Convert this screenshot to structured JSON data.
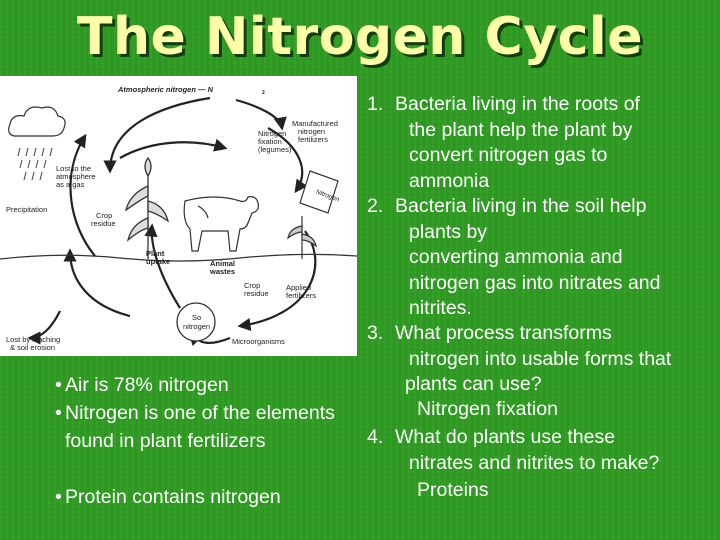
{
  "slide": {
    "title": "The Nitrogen Cycle",
    "diagram": {
      "labels": {
        "atmospheric": "Atmospheric nitrogen — N",
        "atmospheric_sub": "2",
        "manufactured": [
          "Manufactured",
          "nitrogen",
          "fertilizers"
        ],
        "fixation": [
          "Nitrogen",
          "fixation",
          "(legumes)"
        ],
        "lost_atmosphere": [
          "Lost to the",
          "atmosphere",
          "as a gas"
        ],
        "precipitation": "Precipitation",
        "crop_residue_left": [
          "Crop",
          "residue"
        ],
        "bag": "Nitrogen",
        "plant_uptake": [
          "Plant",
          "uptake"
        ],
        "animal_wastes": [
          "Animal",
          "wastes"
        ],
        "crop_residue_right": [
          "Crop",
          "residue"
        ],
        "applied_fertilizers": [
          "Applied",
          "fertilizers"
        ],
        "soil_nitrogen": [
          "So",
          "nitrogen"
        ],
        "lost_leaching": [
          "Lost by leaching",
          "& soil erosion"
        ],
        "microorganisms": "Microorganisms"
      }
    },
    "bullets": [
      "Air is 78% nitrogen",
      "Nitrogen is one of the elements found in plant fertilizers",
      "Protein contains nitrogen"
    ],
    "questions": [
      {
        "number": "1.",
        "lines": [
          "Bacteria living in the roots of",
          "the plant help the plant by",
          "convert nitrogen gas to",
          "ammonia"
        ]
      },
      {
        "number": "2.",
        "lines": [
          "Bacteria living in the soil help",
          "plants by",
          "converting ammonia and",
          "nitrogen gas into nitrates and",
          "nitrites."
        ]
      },
      {
        "number": "3.",
        "lines": [
          "What process transforms",
          "nitrogen into usable forms that",
          "plants can use?"
        ],
        "answer": "Nitrogen fixation"
      },
      {
        "number": "4.",
        "lines": [
          "What do plants use these",
          "nitrates and nitrites to make?"
        ],
        "answer": "Proteins"
      }
    ]
  }
}
